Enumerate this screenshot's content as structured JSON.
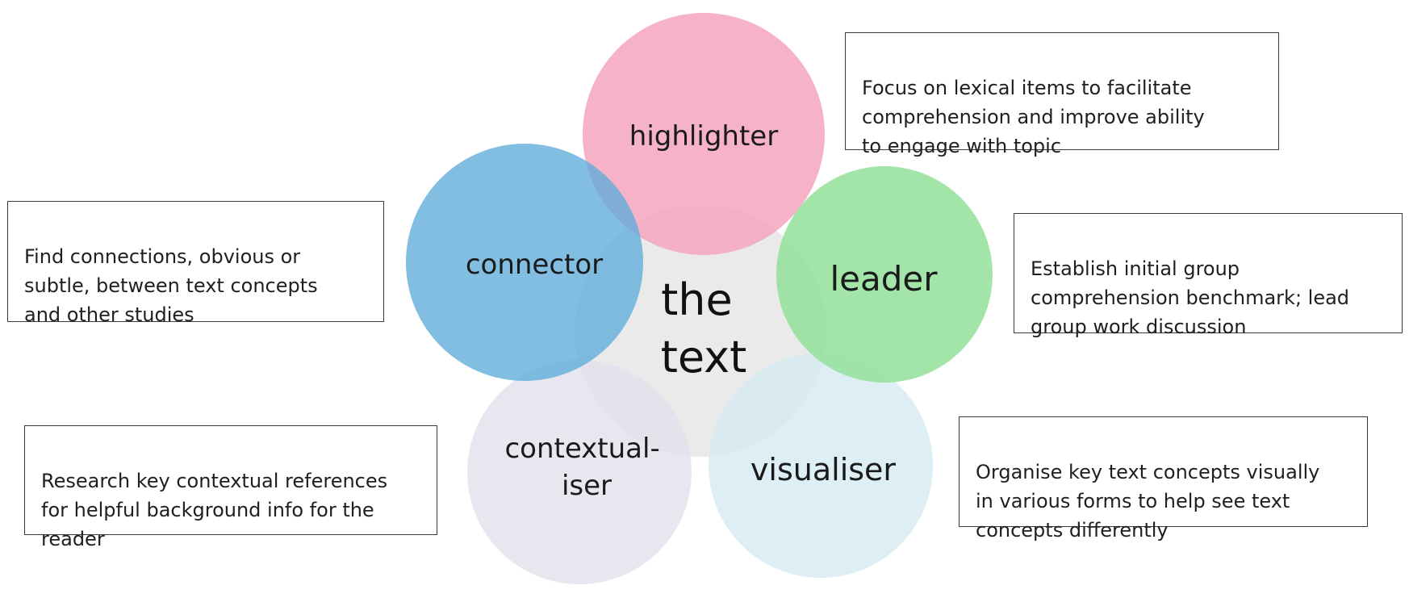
{
  "center": {
    "line1": "the",
    "line2": "text"
  },
  "roles": [
    {
      "key": "highlighter",
      "label_lines": [
        "highlighter"
      ],
      "color": "#f4a6bd",
      "description": "Focus on lexical items to facilitate\ncomprehension and improve ability\nto engage with topic"
    },
    {
      "key": "connector",
      "label_lines": [
        "connector"
      ],
      "color": "#5eacda",
      "description": "Find connections, obvious or\nsubtle, between text concepts\nand other studies"
    },
    {
      "key": "leader",
      "label_lines": [
        "leader"
      ],
      "color": "#93e19a",
      "description": "Establish initial group\ncomprehension benchmark; lead\ngroup work discussion"
    },
    {
      "key": "contextualiser",
      "label_lines": [
        "contextual-",
        "iser"
      ],
      "color": "#e3e0ec",
      "description": "Research key contextual references\nfor helpful background info for the\nreader"
    },
    {
      "key": "visualiser",
      "label_lines": [
        "visualiser"
      ],
      "color": "#d5ebf2",
      "description": "Organise key text concepts visually\nin various forms to help see text\nconcepts differently"
    }
  ]
}
